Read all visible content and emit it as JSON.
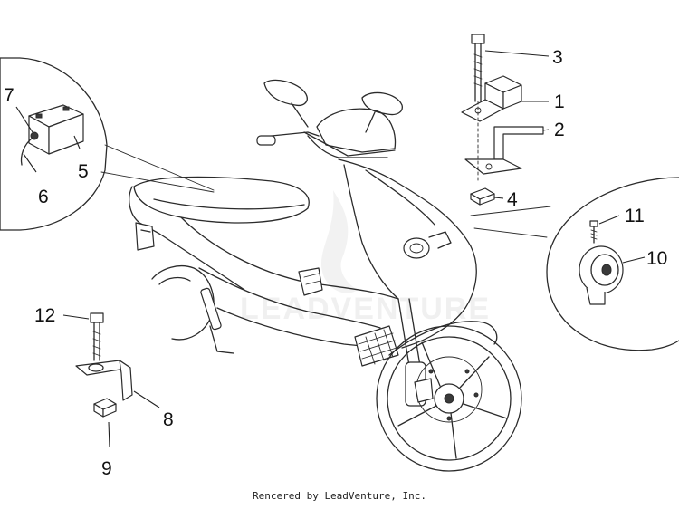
{
  "callouts": [
    {
      "id": "1",
      "label": "1"
    },
    {
      "id": "2",
      "label": "2"
    },
    {
      "id": "3",
      "label": "3"
    },
    {
      "id": "4",
      "label": "4"
    },
    {
      "id": "5",
      "label": "5"
    },
    {
      "id": "6",
      "label": "6"
    },
    {
      "id": "7",
      "label": "7"
    },
    {
      "id": "8",
      "label": "8"
    },
    {
      "id": "9",
      "label": "9"
    },
    {
      "id": "10",
      "label": "10"
    },
    {
      "id": "11",
      "label": "11"
    },
    {
      "id": "12",
      "label": "12"
    }
  ],
  "watermark": "LEADVENTURE",
  "footer": "Rencered by LeadVenture, Inc.",
  "colors": {
    "line": "#2b2b2b",
    "background": "#ffffff",
    "watermark": "#f0f0f0"
  }
}
